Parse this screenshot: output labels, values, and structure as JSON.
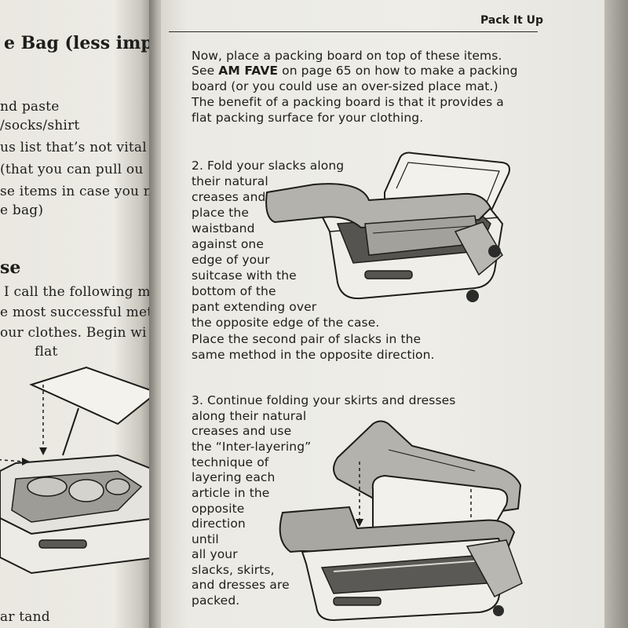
{
  "left_page": {
    "lines": [
      {
        "text": "e Bag (less impo",
        "style": "heading"
      },
      {
        "text": "nd paste",
        "style": "body"
      },
      {
        "text": "/socks/shirt",
        "style": "body"
      },
      {
        "text": "us list that’s not vital to yo",
        "style": "body"
      },
      {
        "text": "(that you can pull ou",
        "style": "body"
      },
      {
        "text": "se items in case you ne",
        "style": "body"
      },
      {
        "text": "e bag)",
        "style": "body"
      },
      {
        "text": "se",
        "style": "heading"
      },
      {
        "text": "I call the following meth",
        "style": "body"
      },
      {
        "text": "e most successful metho",
        "style": "body"
      },
      {
        "text": "our clothes. Begin wi",
        "style": "body"
      },
      {
        "text": "flat",
        "style": "body"
      },
      {
        "text": "ar    tand",
        "style": "body"
      }
    ]
  },
  "right_page": {
    "running_head": "Pack It Up",
    "intro": {
      "line1": "Now, place a packing board on top of these items.",
      "line2_pre": "See ",
      "line2_bold": "AM FAVE",
      "line2_post": " on page 65 on how to make a packing",
      "line3": "board (or you could use an over-sized place mat.)",
      "line4": "The benefit of a packing board is that it provides a",
      "line5": "flat packing surface for your clothing."
    },
    "step2": {
      "lines": [
        "2. Fold your slacks along",
        "their natural",
        "creases and",
        "place the",
        "waistband",
        "against one",
        "edge of your",
        "suitcase with the",
        "bottom of the",
        "pant extending over",
        "the opposite edge of the case.",
        "Place the second pair of slacks in the",
        "same method in the opposite direction."
      ]
    },
    "step3": {
      "lines": [
        "3. Continue folding your skirts and dresses",
        "along their natural",
        "creases and use",
        "the “Inter-layering”",
        "technique of",
        "layering each",
        "article in the",
        "opposite",
        "direction",
        "until",
        "all your",
        "slacks, skirts,",
        "and dresses are",
        "packed."
      ]
    }
  },
  "illustrations": [
    {
      "name": "suitcase-with-folded-slacks"
    },
    {
      "name": "suitcase-with-interlayered-clothes"
    },
    {
      "name": "suitcase-with-packing-board"
    }
  ],
  "colors": {
    "page": "#eeede7",
    "ink": "#1d1d1b",
    "fabric": "#b3b1ab",
    "fabric_dark": "#8f8d87"
  }
}
